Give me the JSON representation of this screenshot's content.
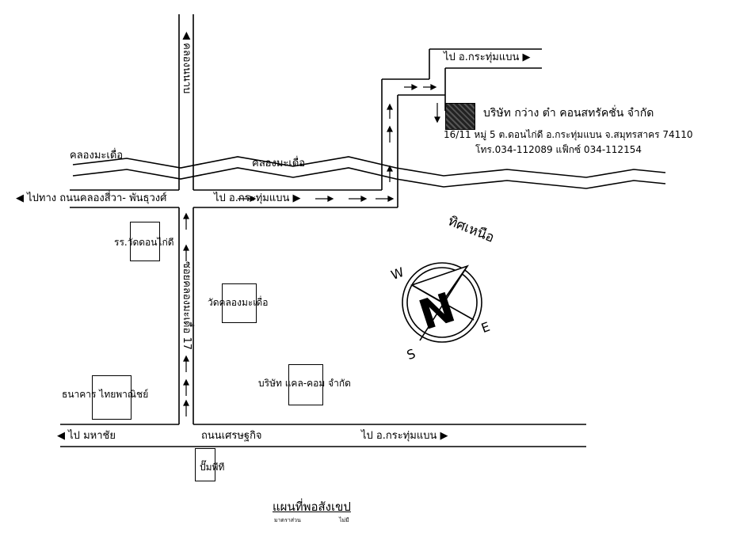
{
  "map": {
    "company_name": "บริษัท กว่าง ต๋า คอนสทรัคชั่น จำกัด",
    "address": "16/11 หมู่ 5 ต.ดอนไก่ดี อ.กระทุ่มแบน จ.สมุทรสาคร 74110",
    "contact": "โทร.034-112089 แฟ็กซ์ 034-112154",
    "labels": {
      "khlong_matuea_left": "คลองมะเดื่อ",
      "khlong_matuea_center": "คลองมะเดื่อ",
      "khlong_nang_tan": "คลองนนาบ",
      "to_krathum_baen_top": "ไป อ.กระทุ่มแบน",
      "to_krathum_baen_mid": "ไป อ.กระทุ่มแบน",
      "to_krathum_baen_bottom": "ไป อ.กระทุ่มแบน",
      "road_khlong_si_wa": "ไปทาง ถนนคลองสี่วา- พันธุวงศ์",
      "to_mahachai": "ไป มหาชัย",
      "road_setthakit": "ถนนเศรษฐกิจ",
      "soi_khlong_matuea": "ซอยคลองมะเดื่อ 17",
      "north_text": "ทิศเหนือ"
    },
    "places": {
      "school": "รร.วัดดอนไก่ดี",
      "temple": "วัดคลองมะเดื่อ",
      "bank": "ธนาคาร ไทยพาณิชย์",
      "cal_comp": "บริษัท แคล-คอม จำกัด",
      "gas_station": "ปั๊มพีที"
    },
    "compass": {
      "W": "W",
      "E": "E",
      "S": "S",
      "N": "N"
    },
    "title": "แผนที่พอสังเขป",
    "scale_left": "มาตราส่วน",
    "scale_right": "ไม่มี"
  }
}
